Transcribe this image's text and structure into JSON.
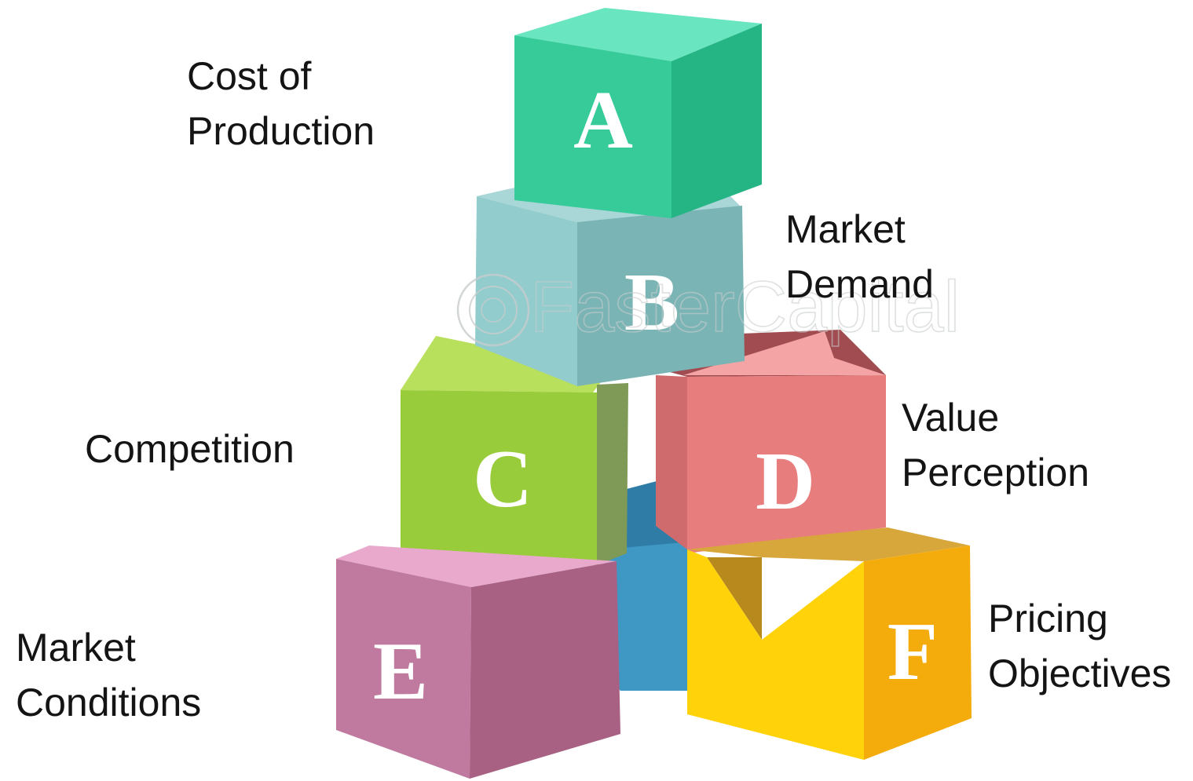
{
  "blocks": [
    {
      "letter": "A",
      "label_lines": [
        "Cost of",
        "Production"
      ],
      "color": "#34c996"
    },
    {
      "letter": "B",
      "label_lines": [
        "Market",
        "Demand"
      ],
      "color": "#8cc4c6"
    },
    {
      "letter": "C",
      "label_lines": [
        "Competition"
      ],
      "color": "#99cc3a"
    },
    {
      "letter": "D",
      "label_lines": [
        "Value",
        "Perception"
      ],
      "color": "#e87d7e"
    },
    {
      "letter": "E",
      "label_lines": [
        "Market",
        "Conditions"
      ],
      "color": "#b56f95"
    },
    {
      "letter": "F",
      "label_lines": [
        "Pricing",
        "Objectives"
      ],
      "color": "#f5c21b"
    }
  ],
  "watermark": {
    "text": "FasterCapital"
  }
}
